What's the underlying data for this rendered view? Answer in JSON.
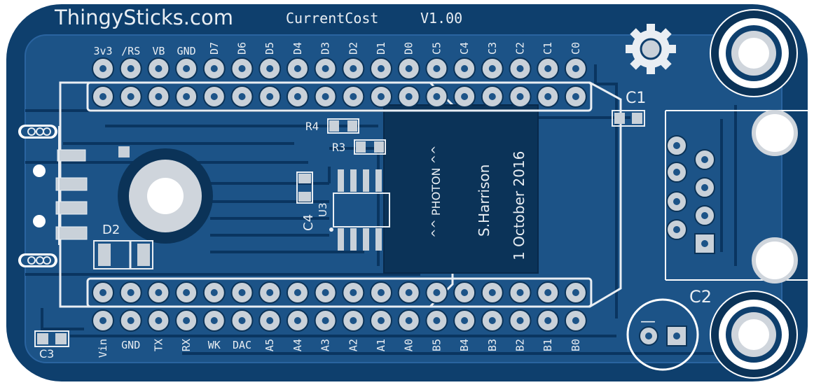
{
  "header": {
    "brand": "ThingySticks.com",
    "project": "CurrentCost",
    "version": "V1.00"
  },
  "top_pin_labels": [
    "3v3",
    "/RS",
    "VB",
    "GND",
    "D7",
    "D6",
    "D5",
    "D4",
    "D3",
    "D2",
    "D1",
    "D0",
    "C5",
    "C4",
    "C3",
    "C2",
    "C1",
    "C0"
  ],
  "bottom_pin_labels": [
    "Vin",
    "GND",
    "TX",
    "RX",
    "WK",
    "DAC",
    "A5",
    "A4",
    "A3",
    "A2",
    "A1",
    "A0",
    "B5",
    "B4",
    "B3",
    "B2",
    "B1",
    "B0"
  ],
  "components": {
    "r4": "R4",
    "r3": "R3",
    "c4": "C4",
    "u3": "U3",
    "d2": "D2",
    "c1": "C1",
    "c2": "C2",
    "c3": "C3",
    "c2_polarity": "—"
  },
  "module": {
    "name": "^^ PHOTON ^^",
    "author": "S.Harrison",
    "date": "1 October 2016"
  },
  "colors": {
    "board": "#0e3f6d",
    "copper": "#1c5387",
    "trace_shadow": "#0a3560",
    "silkscreen": "#e9eef3",
    "pad": "#c9d1d9",
    "edge": "#ffffff"
  }
}
